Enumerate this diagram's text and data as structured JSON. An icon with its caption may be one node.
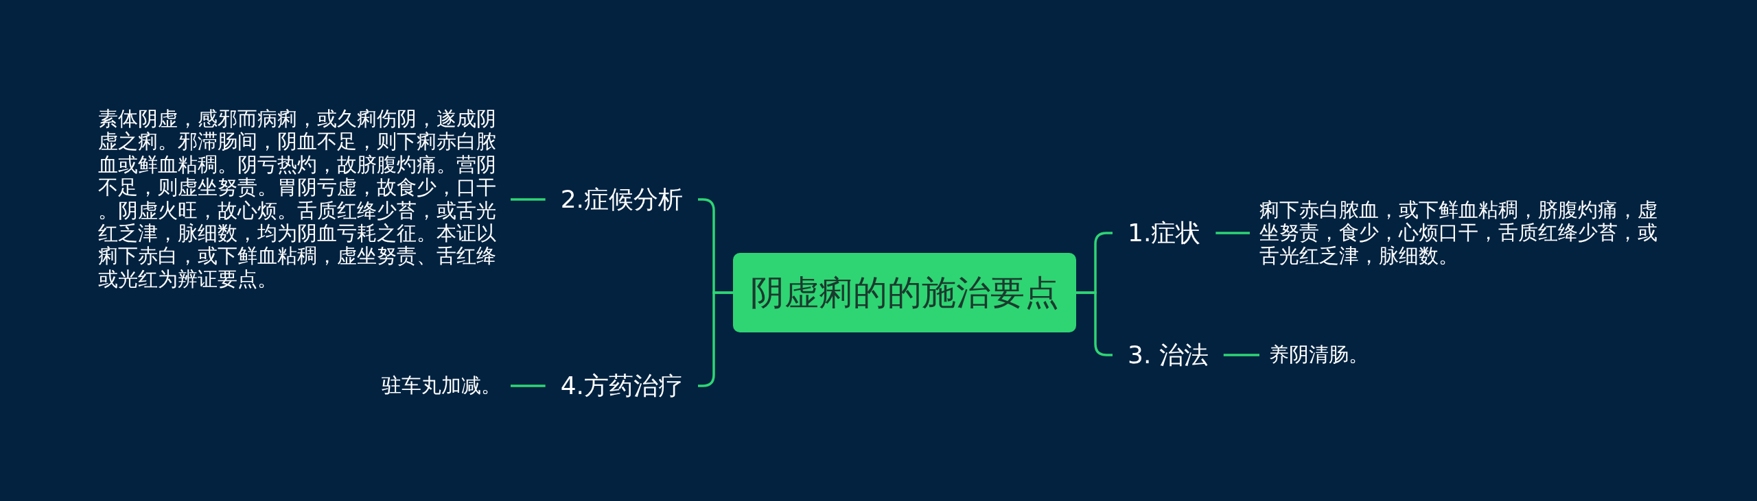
{
  "diagram": {
    "nodes": [
      {
        "text": [
          "阴虚痢的的施治要点"
        ]
      },
      {
        "text": [
          "1.症状"
        ]
      },
      {
        "text": [
          "痢下赤白脓血，或下鲜血粘稠，脐腹灼痛，虚坐努责，食少，心烦口干，舌质红绛少苔，或舌光红乏津，脉细数。"
        ]
      },
      {
        "text": [
          "2.症候分析"
        ]
      },
      {
        "text": [
          "素体阴虚，感邪而病痢，或久痢伤阴，遂成阴虚之痢。邪滞肠间，阴血不足，则下痢赤白脓血或鲜血粘稠。阴亏热灼，故脐腹灼痛。营阴不足，则虚坐努责。胃阴亏虚，故食少，口干。阴虚火旺，故心烦。舌质红绛少苔，或舌光红乏津，脉细数，均为阴血亏耗之征。本证以痢下赤白，或下鲜血粘稠，虚坐努责、舌红绛或光红为辨证要点。"
        ]
      },
      {
        "text": [
          "3. 治法"
        ]
      },
      {
        "text": [
          "养阴清肠。"
        ]
      },
      {
        "text": [
          "4.方药治疗"
        ]
      },
      {
        "text": [
          "驻车丸加减。"
        ]
      }
    ],
    "edges": [
      {
        "from": 0,
        "to": 1,
        "arrow": "none"
      },
      {
        "from": 1,
        "to": 2,
        "arrow": "none"
      },
      {
        "from": 0,
        "to": 3,
        "arrow": "none"
      },
      {
        "from": 3,
        "to": 4,
        "arrow": "none"
      },
      {
        "from": 0,
        "to": 5,
        "arrow": "none"
      },
      {
        "from": 5,
        "to": 6,
        "arrow": "none"
      },
      {
        "from": 0,
        "to": 7,
        "arrow": "none"
      },
      {
        "from": 7,
        "to": 8,
        "arrow": "none"
      }
    ]
  }
}
